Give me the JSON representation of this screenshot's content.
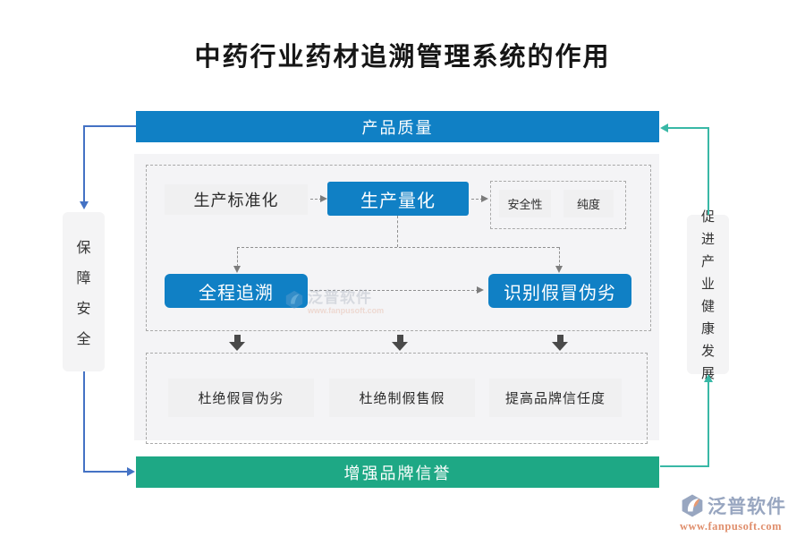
{
  "page": {
    "title": "中药行业药材追溯管理系统的作用"
  },
  "colors": {
    "banner_blue": "#1080c5",
    "banner_green": "#1ea885",
    "node_blue": "#1080c5",
    "node_gray": "#f0f0f1",
    "panel_gray": "#f4f4f6",
    "cycle_line_blue": "#4472c4",
    "cycle_line_teal": "#39b8a6",
    "logo_text": "#98a6c0",
    "logo_url": "#e08f6d"
  },
  "banners": {
    "top": "产品质量",
    "bottom": "增强品牌信誉"
  },
  "side_nodes": {
    "left": {
      "text": "保障安全",
      "chars": [
        "保",
        "障",
        "安",
        "全"
      ]
    },
    "right": {
      "text": "促进产业健康发展",
      "chars": [
        "促",
        "进",
        "产",
        "业",
        "健",
        "康",
        "发",
        "展"
      ]
    }
  },
  "flow": {
    "row1": {
      "standardization": "生产标准化",
      "quantification": "生产量化",
      "attributes": [
        "安全性",
        "纯度"
      ]
    },
    "row2": {
      "trace": "全程追溯",
      "identify": "识别假冒伪劣"
    },
    "outcomes": [
      "杜绝假冒伪劣",
      "杜绝制假售假",
      "提高品牌信任度"
    ]
  },
  "watermark": {
    "brand": "泛普软件",
    "url": "www.fanpusoft.com"
  },
  "logo": {
    "brand": "泛普软件",
    "url": "www.fanpusoft.com"
  }
}
